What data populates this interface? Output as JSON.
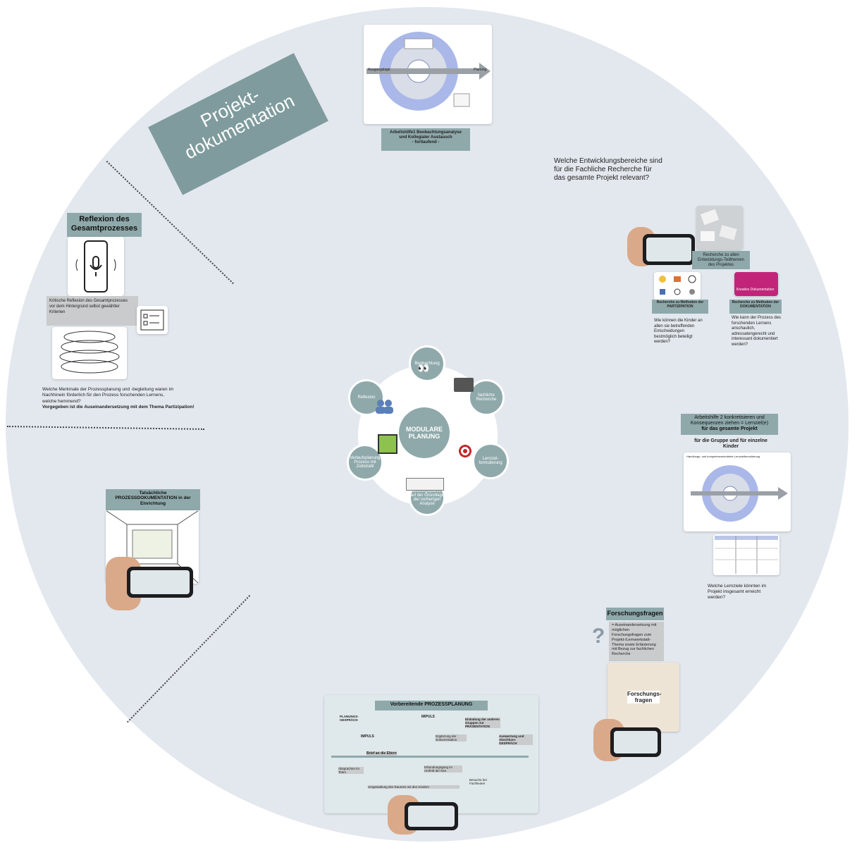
{
  "banner": {
    "line1": "Projekt-",
    "line2": "dokumentation"
  },
  "top_card": {
    "caption_line1": "Arbeitshilfe1 Beobachtungsanalyse",
    "caption_line2": "und Kollegialer Austausch",
    "caption_line3": "- fortlaufend -",
    "mini_left": "Ausgangslage",
    "mini_right": "Planung"
  },
  "question_top_right": {
    "line1": "Welche Entwicklungsbereiche sind",
    "line2": "für die Fachliche Recherche  für",
    "line3": "das gesamte Projekt relevant?"
  },
  "research": {
    "all_topics_line1": "Recherche zu allen",
    "all_topics_line2": "Entwicklungs-Teilthemen",
    "all_topics_line3": "des Projektes",
    "participation_line1": "Recherche zu Methoden der",
    "participation_line2": "PARTIZIPATION",
    "participation_q_line1": "Wie können die Kinder an",
    "participation_q_line2": "allen sie betreffenden",
    "participation_q_line3": "Entscheidungen",
    "participation_q_line4": "bestmöglich beteiligt",
    "participation_q_line5": "werden?",
    "documentation_line1": "Recherche zu Methoden der",
    "documentation_line2": "DOKUMENTATION",
    "documentation_q_line1": "Wie kann der Prozess des",
    "documentation_q_line2": "forschenden Lernens",
    "documentation_q_line3": "anschaulich,",
    "documentation_q_line4": "adressatengerecht und",
    "documentation_q_line5": "interessant dokumentiert",
    "documentation_q_line6": "werden?",
    "pink_label": "Kreative Dokumentation"
  },
  "reflexion": {
    "title_line1": "Reflexion des",
    "title_line2": "Gesamtprozesses",
    "grey_line1": "Kritische Reflexion des Gesamtprozesses",
    "grey_line2": "vor dem Hintergrund selbst gewählter",
    "grey_line3": "Kriterien",
    "question_line1": "Welche Merkmale der Prozessplanung und -begleitung waren im",
    "question_line2": "Nachhinein förderlich für den Prozess forschenden Lernens,",
    "question_line3": "welche hemmend?",
    "bold_line": "Vorgegeben ist die Auseinandersetzung mit dem Thema Partizipation!"
  },
  "center": {
    "title_line1": "MODULARE",
    "title_line2": "PLANUNG",
    "nodes": [
      "Beobachtung",
      "fachliche Recherche",
      "Lernziel-formulierung",
      "Handlungsplanung auf der Grundlage der vorherigen Analyse",
      "Verlaufsplanung Prozess mit Zeitstrahl",
      "Reflexion"
    ]
  },
  "arbeitshilfe2": {
    "title_line1": "Arbeitshilfe 2 konkretisieren und",
    "title_line2": "Konsequenzen ziehen = Lernziel(e)",
    "title_line3": "für das gesamte Projekt",
    "sub_line1": "für die Gruppe und für einzelne",
    "sub_line2": "Kinder",
    "card_header": "Handlungs- und kompetenzorientierte Lernzielformulierung",
    "question_line1": "Welche Lernziele könnten im",
    "question_line2": "Projekt insgesamt erreicht",
    "question_line3": "werden?"
  },
  "forschung": {
    "title": "Forschungsfragen",
    "qmark": "?",
    "text_line1": "= Auseinandersetzung mit",
    "text_line2": "möglichen",
    "text_line3": "Forschungsfragen zum",
    "text_line4": "Projekt-/Lernwerkstatt-",
    "text_line5": "Thema sowie Erläuterung",
    "text_line6": "mit Bezug zur fachlichen",
    "text_line7": "Recherche",
    "photo_line1": "Forschungs-",
    "photo_line2": "fragen"
  },
  "prozessdoku": {
    "title_line1": "Tatsächliche",
    "title_line2": "PROZESSDOKUMENTATION in der",
    "title_line3": "Einrichtung"
  },
  "prozessplanung": {
    "title": "Vorbereitende PROZESSPLANUNG",
    "items": [
      "PLANUNGS-GESPRÄCH",
      "IMPULS",
      "IMPULS",
      "Einladung der anderen Gruppen zur PRÄSENTATION",
      "Ergänzung der Dokumentation",
      "Auswertung und Abschluss-GESPRÄCH",
      "Brief an die Eltern",
      "Absprachen im Team",
      "Erkundungsgang im Umfeld der Kita",
      "Besuche bei Fachleuten",
      "Umgestaltung des Raumes mit den Kindern"
    ]
  },
  "colors": {
    "circle": "#e3e8ee",
    "teal": "#8fa9ab",
    "banner": "#7f9b9d"
  }
}
